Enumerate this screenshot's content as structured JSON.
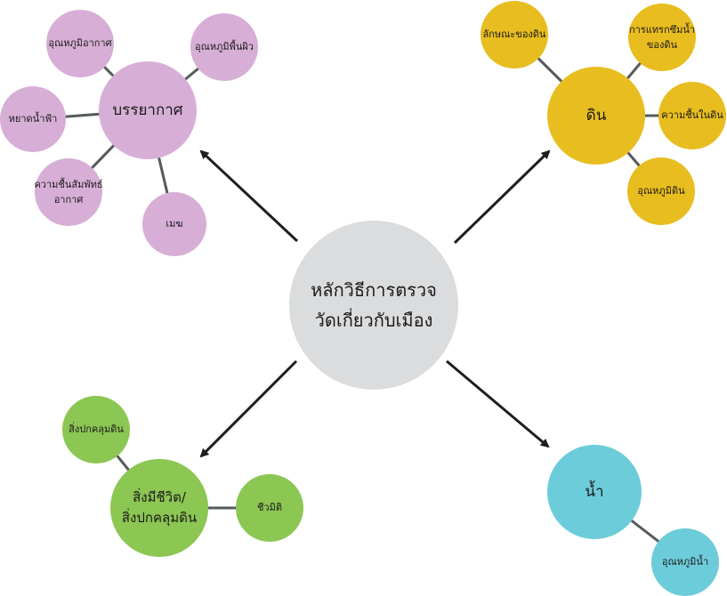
{
  "colors": {
    "atmosphere": "#d7aed6",
    "soil": "#e8bd1f",
    "life": "#8cc653",
    "water": "#6dccd9",
    "center": "#dbdcde",
    "connector": "#555a5a",
    "arrow": "#1e1e1e"
  },
  "center": {
    "label": "หลักวิธีการตรวจ\nวัดเกี่ยวกับเมือง"
  },
  "atmosphere": {
    "label": "บรรยากาศ",
    "sub_air_temp": "อุณหภูมิอากาศ",
    "sub_surface_temp": "อุณหภูมิพื้นผิว",
    "sub_precip": "หยาดน้ำฟ้า",
    "sub_humidity": "ความชื้นสัมพัทธ์\nอากาศ",
    "sub_clouds": "เมฆ"
  },
  "soil": {
    "label": "ดิน",
    "sub_characteristics": "ลักษณะของดิน",
    "sub_infiltration": "การแทรกซึมน้ำ\nของดิน",
    "sub_moisture": "ความชื้นในดิน",
    "sub_temp": "อุณหภูมิดิน"
  },
  "life": {
    "label": "สิ่งมีชีวิต/\nสิ่งปกคลุมดิน",
    "sub_cover": "สิ่งปกคลุมดิน",
    "sub_biometrics": "ชีวมิติ"
  },
  "water": {
    "label": "น้ำ",
    "sub_temp": "อุณหภูมิน้ำ"
  }
}
